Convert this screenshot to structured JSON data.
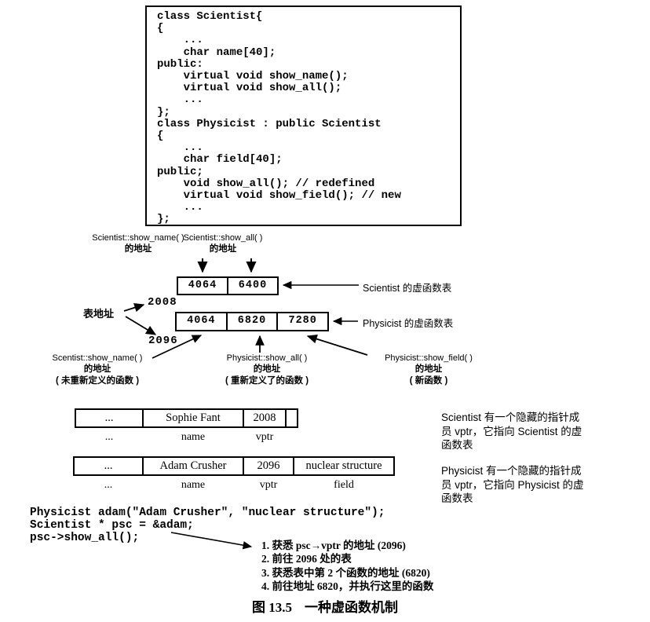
{
  "page": {
    "background": "#ffffff",
    "ink": "#000000"
  },
  "code_box": {
    "code": "class Scientist{\n{\n    ...\n    char name[40];\npublic:\n    virtual void show_name();\n    virtual void show_all();\n    ...\n};\nclass Physicist : public Scientist\n{\n    ...\n    char field[40];\npublic;\n    void show_all(); // redefined\n    virtual void show_field(); // new\n    ...\n};"
  },
  "vtable_pointers_top": {
    "show_name": {
      "line1": "Scientist::show_name( )",
      "line2": "的地址"
    },
    "show_all": {
      "line1": "Scientist::show_all( )",
      "line2": "的地址"
    }
  },
  "scientist_vtable": {
    "cells": [
      "4064",
      "6400"
    ],
    "label": "Scientist 的虚函数表",
    "address": "2008"
  },
  "physicist_vtable": {
    "cells": [
      "4064",
      "6820",
      "7280"
    ],
    "label": "Physicist 的虚函数表",
    "address": "2096"
  },
  "table_address_label": "表地址",
  "vtable_pointers_bottom": {
    "show_name": {
      "line1": "Scentist::show_name( )",
      "line2": "的地址",
      "line3": "( 未重新定义的函数 )"
    },
    "show_all": {
      "line1": "Physicist::show_all( )",
      "line2": "的地址",
      "line3": "( 重新定义了的函数 )"
    },
    "show_field": {
      "line1": "Physicist::show_field( )",
      "line2": "的地址",
      "line3": "( 新函数 )"
    }
  },
  "scientist_object": {
    "cells": [
      "...",
      "Sophie Fant",
      "2008",
      ""
    ],
    "field_labels": [
      "...",
      "name",
      "vptr",
      ""
    ],
    "note_lines": [
      "Scientist 有一个隐藏的指针成",
      "员 vptr，它指向 Scientist 的虚",
      "函数表"
    ]
  },
  "physicist_object": {
    "cells": [
      "...",
      "Adam Crusher",
      "2096",
      "nuclear structure"
    ],
    "field_labels": [
      "...",
      "name",
      "vptr",
      "field"
    ],
    "note_lines": [
      "Physicist 有一个隐藏的指针成",
      "员 vptr，它指向 Physicist 的虚",
      "函数表"
    ]
  },
  "call_code": {
    "code": "Physicist adam(\"Adam Crusher\", \"nuclear structure\");\nScientist * psc = &adam;\npsc->show_all();"
  },
  "dispatch_steps": [
    "1. 获悉 psc→vptr 的地址 (2096)",
    "2. 前往 2096 处的表",
    "3. 获悉表中第 2 个函数的地址 (6820)",
    "4. 前往地址 6820，并执行这里的函数"
  ],
  "caption": {
    "number": "图 13.5",
    "title": "一种虚函数机制"
  }
}
